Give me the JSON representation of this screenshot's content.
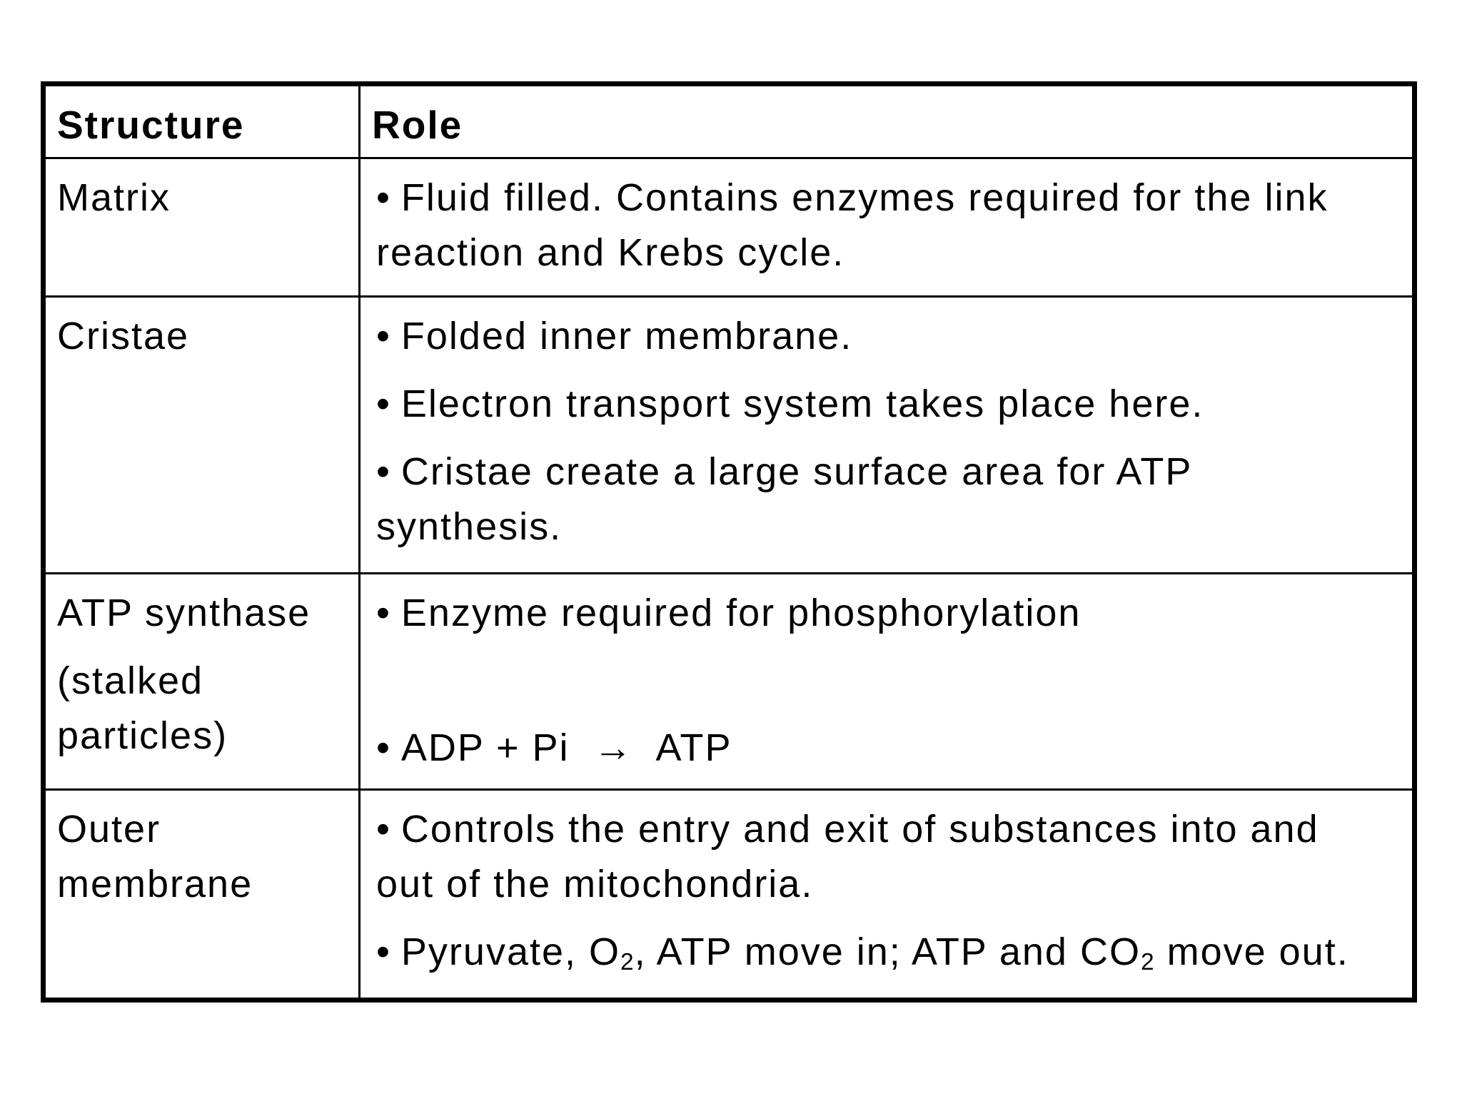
{
  "page": {
    "background": "#ffffff",
    "text_color": "#000000",
    "border_color": "#000000",
    "bullet_char": "•"
  },
  "table": {
    "header": {
      "structure": "Structure",
      "role": "Role"
    },
    "rows": [
      {
        "structure_paragraphs": [
          {
            "lines": [
              "Matrix"
            ]
          }
        ],
        "role_bullets": [
          {
            "segments": [
              {
                "t": "Fluid filled. Contains enzymes required for the link"
              },
              {
                "br": true
              },
              {
                "t": "reaction and Krebs cycle."
              }
            ]
          }
        ]
      },
      {
        "structure_paragraphs": [
          {
            "lines": [
              "Cristae"
            ]
          }
        ],
        "role_bullets": [
          {
            "segments": [
              {
                "t": "Folded inner membrane."
              }
            ]
          },
          {
            "segments": [
              {
                "t": "Electron transport system takes place here."
              }
            ]
          },
          {
            "segments": [
              {
                "t": "Cristae create a large surface area for ATP"
              },
              {
                "br": true
              },
              {
                "t": "synthesis."
              }
            ]
          }
        ]
      },
      {
        "structure_paragraphs": [
          {
            "lines": [
              "ATP synthase"
            ]
          },
          {
            "lines": [
              "(stalked",
              "particles)"
            ]
          }
        ],
        "role_bullets": [
          {
            "segments": [
              {
                "t": "Enzyme required for phosphorylation"
              }
            ]
          },
          {
            "gap_before": true,
            "segments": [
              {
                "t": "ADP + Pi  →  ATP"
              }
            ]
          }
        ]
      },
      {
        "structure_paragraphs": [
          {
            "lines": [
              "Outer",
              "membrane"
            ]
          }
        ],
        "role_bullets": [
          {
            "segments": [
              {
                "t": "Controls the entry and exit of substances into and"
              },
              {
                "br": true
              },
              {
                "t": "out of the mitochondria."
              }
            ]
          },
          {
            "segments": [
              {
                "t": "Pyruvate, O"
              },
              {
                "sub": "2"
              },
              {
                "t": ", ATP move in; ATP and CO"
              },
              {
                "sub": "2"
              },
              {
                "t": " move out."
              }
            ]
          }
        ]
      }
    ]
  }
}
